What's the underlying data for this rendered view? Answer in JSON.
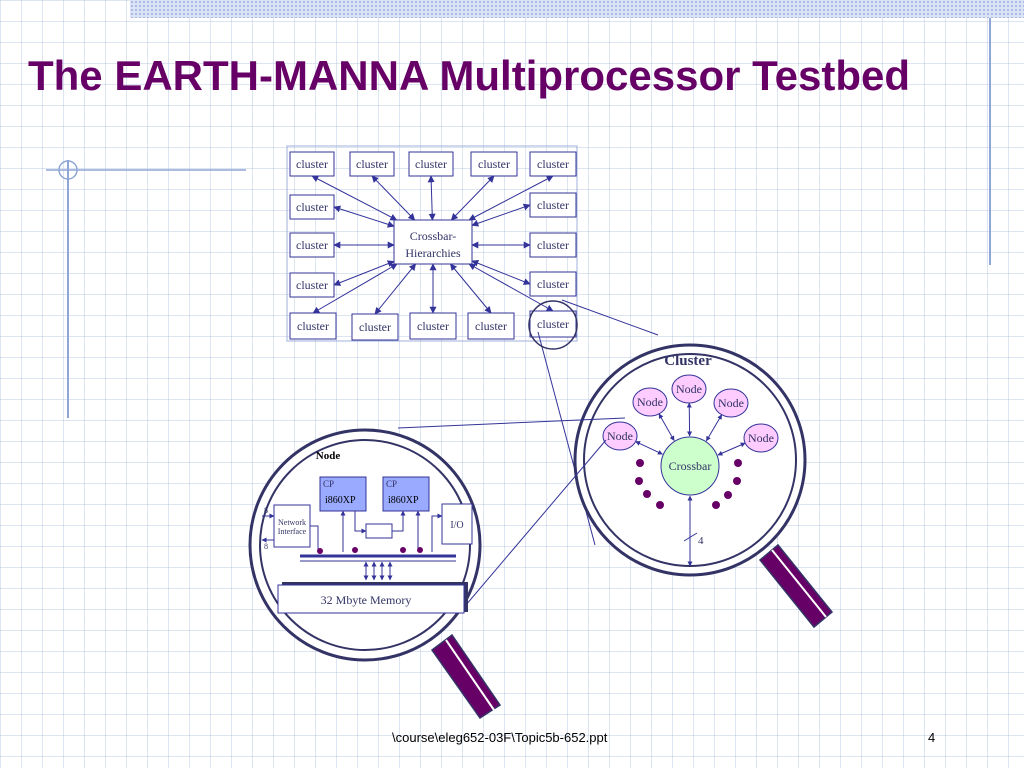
{
  "slide": {
    "title": "The EARTH-MANNA Multiprocessor Testbed",
    "footer_path": "\\course\\eleg652-03F\\Topic5b-652.ppt",
    "page_number": "4"
  },
  "system_diagram": {
    "cluster_label": "cluster",
    "hub_line1": "Crossbar-",
    "hub_line2": "Hierarchies"
  },
  "cluster_view": {
    "heading": "Cluster",
    "node_label": "Node",
    "crossbar_label": "Crossbar",
    "link_width": "4"
  },
  "node_view": {
    "heading": "Node",
    "cp_label": "CP",
    "cpu_label": "i860XP",
    "network_label_line1": "Network",
    "network_label_line2": "Interface",
    "port_width": "8",
    "io_label": "I/O",
    "memory_label": "32 Mbyte Memory"
  },
  "colors": {
    "title": "#660066",
    "line": "#333399",
    "node_fill": "#ffccff",
    "crossbar_fill": "#ccffcc",
    "cpu_fill": "#99aaff",
    "dot": "#660066",
    "handle": "#660066"
  }
}
